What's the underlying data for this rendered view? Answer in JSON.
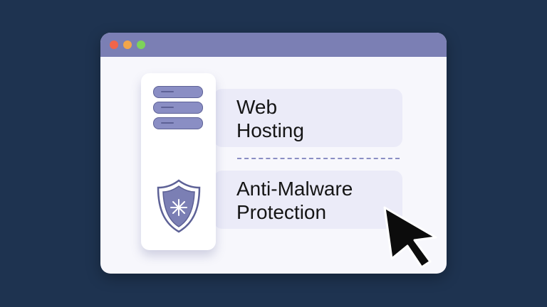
{
  "window": {
    "controls": [
      "close",
      "minimize",
      "maximize"
    ],
    "colors": {
      "close": "#f0654a",
      "minimize": "#f2a64a",
      "maximize": "#7dd35a",
      "titlebar": "#7b7fb4",
      "accent": "#8a8ec4"
    }
  },
  "services": [
    {
      "icon": "server-icon",
      "label": "Web Hosting",
      "line1": "Web",
      "line2": "Hosting"
    },
    {
      "icon": "shield-icon",
      "label": "Anti-Malware Protection",
      "line1": "Anti-Malware",
      "line2": "Protection"
    }
  ]
}
